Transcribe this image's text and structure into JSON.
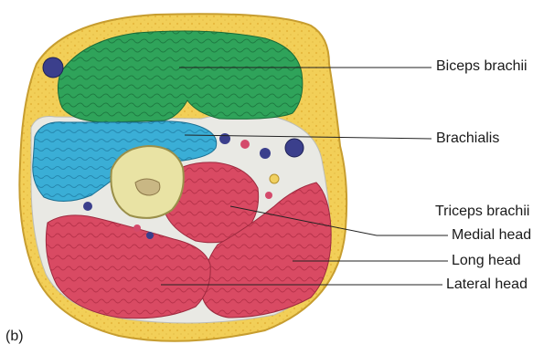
{
  "figure": {
    "panel_letter": "(b)",
    "labels": {
      "biceps": "Biceps brachii",
      "brachialis": "Brachialis",
      "triceps": "Triceps brachii",
      "medial": "Medial head",
      "long": "Long head",
      "lateral": "Lateral head"
    }
  },
  "colors": {
    "fat": "#f2cf58",
    "biceps": "#2fa35a",
    "brachialis": "#3aaed6",
    "triceps": "#d94a63",
    "bone": "#e9e3a4",
    "vessel": "#3b3f8c",
    "fascia": "#e8e8e8"
  }
}
